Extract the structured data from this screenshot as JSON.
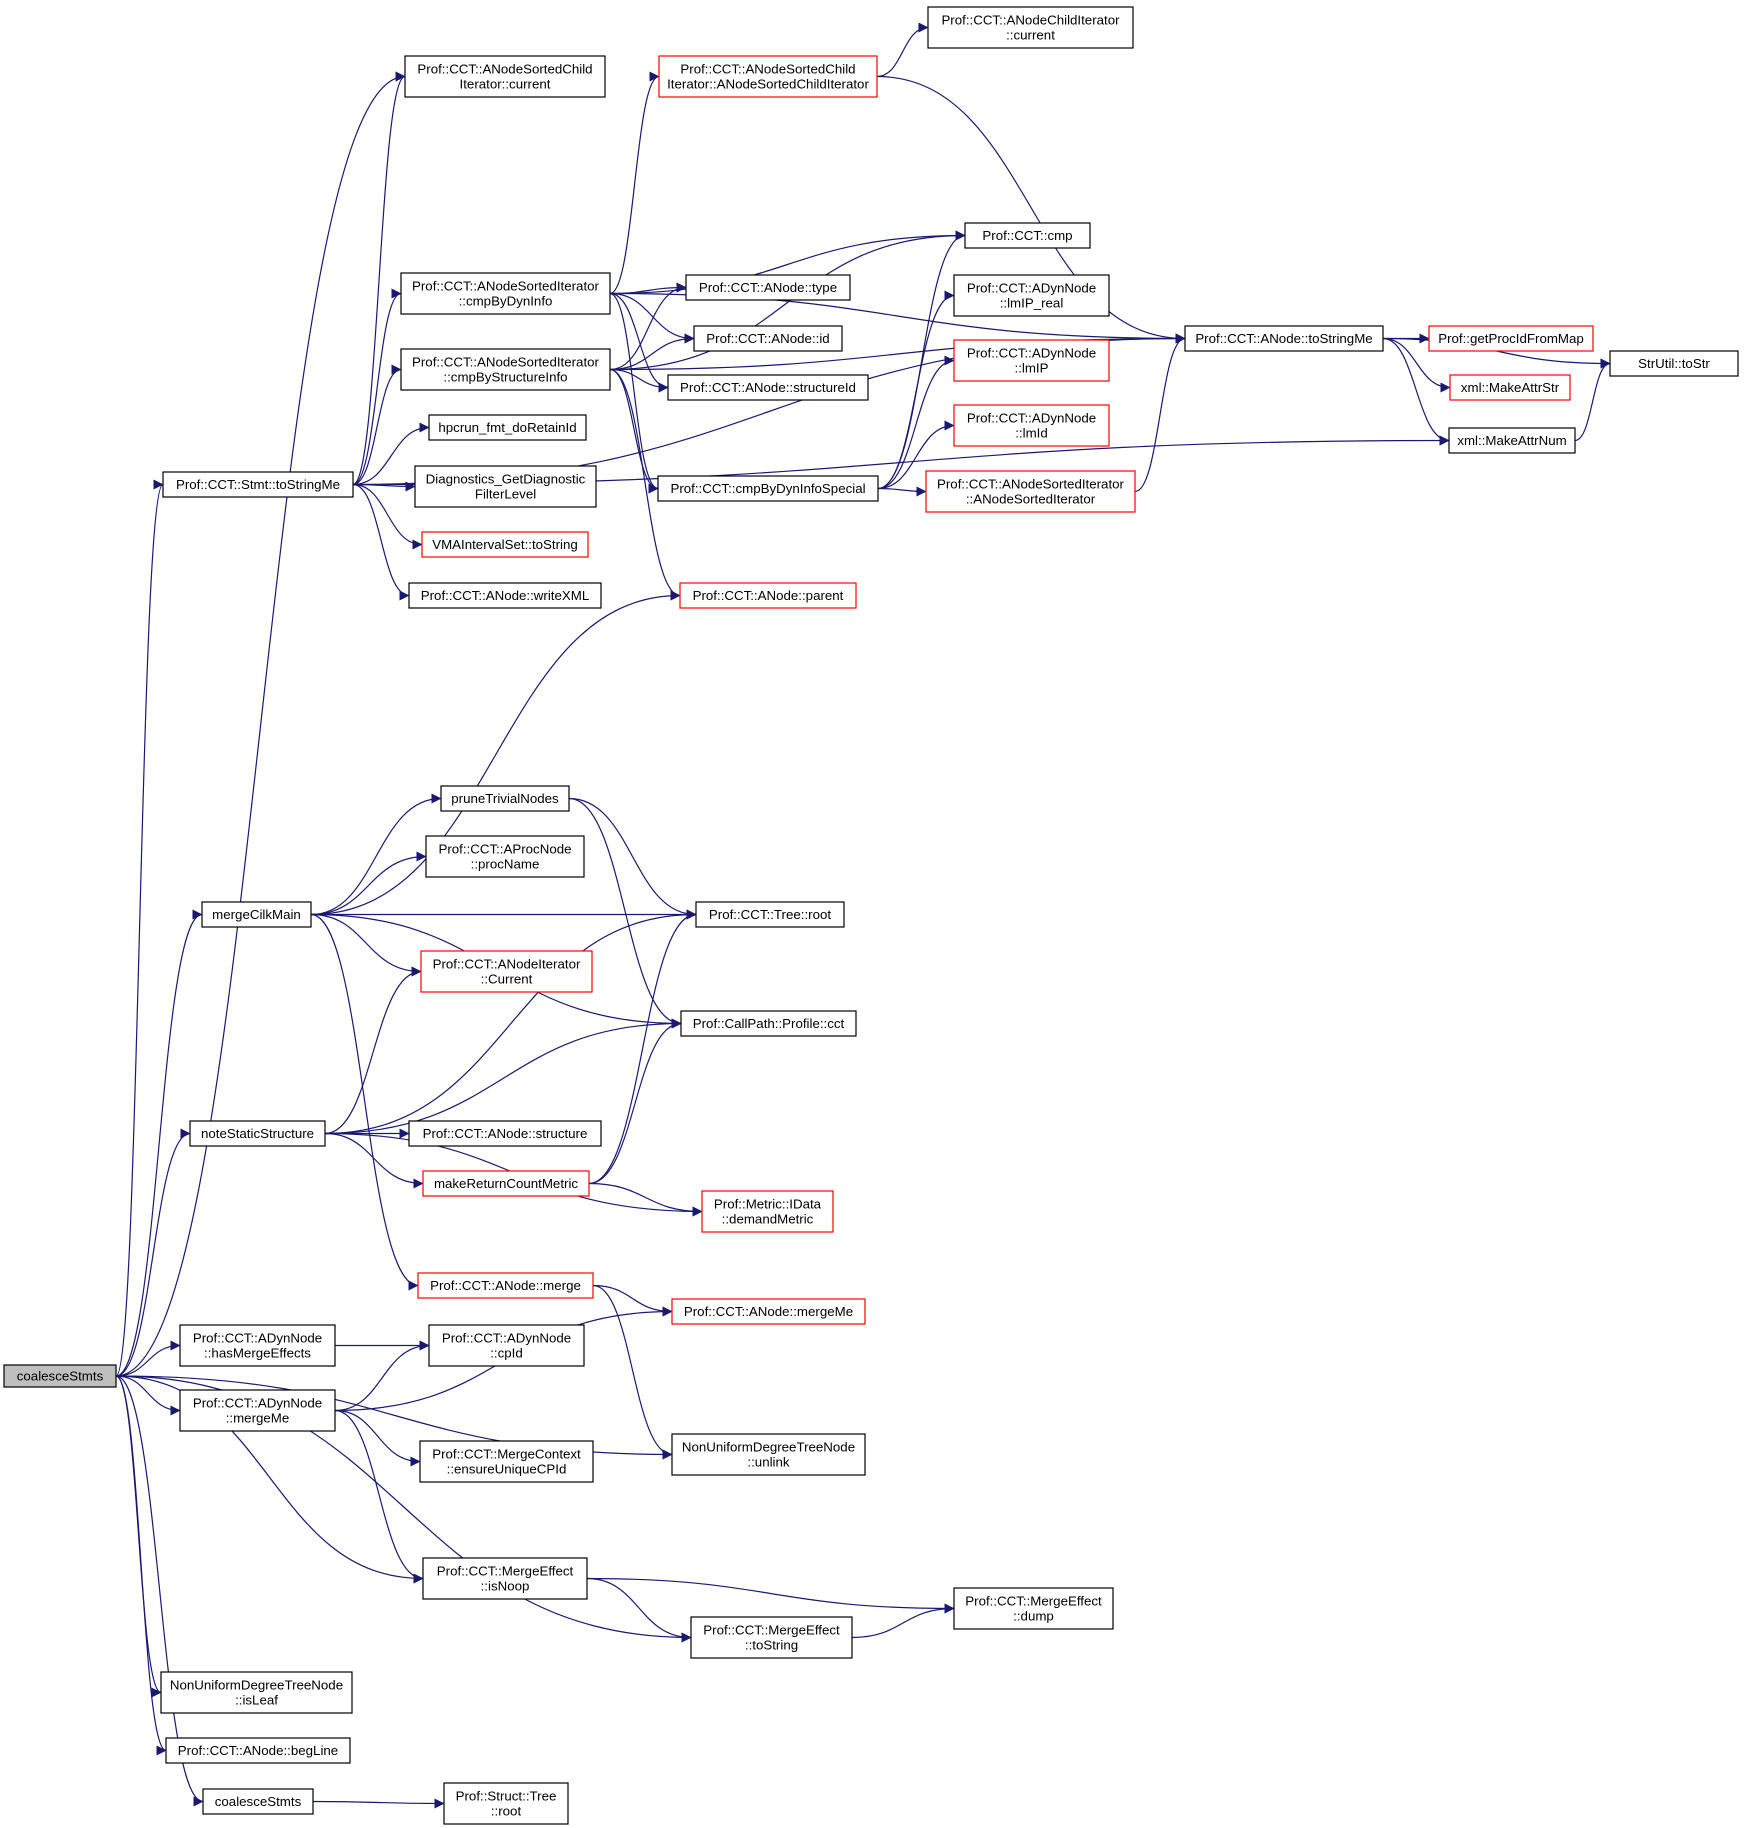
{
  "title": "coalesceStmts call graph",
  "colors": {
    "edge": "#191970",
    "node_border": "#000000",
    "incomplete_border": "#ff0000",
    "root_fill": "#bfbfbf"
  },
  "nodes": [
    {
      "id": "root",
      "lines": [
        "coalesceStmts"
      ],
      "style": "root"
    },
    {
      "id": "sortedChildCurrent",
      "lines": [
        "Prof::CCT::ANodeSortedChild",
        "Iterator::current"
      ],
      "style": "normal"
    },
    {
      "id": "childIterCurrent",
      "lines": [
        "Prof::CCT::ANodeChildIterator",
        "::current"
      ],
      "style": "normal"
    },
    {
      "id": "sortedChildCtor",
      "lines": [
        "Prof::CCT::ANodeSortedChild",
        "Iterator::ANodeSortedChildIterator"
      ],
      "style": "red"
    },
    {
      "id": "cmp",
      "lines": [
        "Prof::CCT::cmp"
      ],
      "style": "normal"
    },
    {
      "id": "cmpByDynInfo",
      "lines": [
        "Prof::CCT::ANodeSortedIterator",
        "::cmpByDynInfo"
      ],
      "style": "normal"
    },
    {
      "id": "type",
      "lines": [
        "Prof::CCT::ANode::type"
      ],
      "style": "normal"
    },
    {
      "id": "lmIPreal",
      "lines": [
        "Prof::CCT::ADynNode",
        "::lmIP_real"
      ],
      "style": "normal"
    },
    {
      "id": "toStringMe",
      "lines": [
        "Prof::CCT::ANode::toStringMe"
      ],
      "style": "normal"
    },
    {
      "id": "getProcId",
      "lines": [
        "Prof::getProcIdFromMap"
      ],
      "style": "red"
    },
    {
      "id": "toStr",
      "lines": [
        "StrUtil::toStr"
      ],
      "style": "normal"
    },
    {
      "id": "nodeId",
      "lines": [
        "Prof::CCT::ANode::id"
      ],
      "style": "normal"
    },
    {
      "id": "cmpByStruct",
      "lines": [
        "Prof::CCT::ANodeSortedIterator",
        "::cmpByStructureInfo"
      ],
      "style": "normal"
    },
    {
      "id": "structureId",
      "lines": [
        "Prof::CCT::ANode::structureId"
      ],
      "style": "normal"
    },
    {
      "id": "lmIP",
      "lines": [
        "Prof::CCT::ADynNode",
        "::lmIP"
      ],
      "style": "red"
    },
    {
      "id": "makeAttrStr",
      "lines": [
        "xml::MakeAttrStr"
      ],
      "style": "red"
    },
    {
      "id": "hpcrun",
      "lines": [
        "hpcrun_fmt_doRetainId"
      ],
      "style": "normal"
    },
    {
      "id": "lmId",
      "lines": [
        "Prof::CCT::ADynNode",
        "::lmId"
      ],
      "style": "red"
    },
    {
      "id": "makeAttrNum",
      "lines": [
        "xml::MakeAttrNum"
      ],
      "style": "normal"
    },
    {
      "id": "stmtToStringMe",
      "lines": [
        "Prof::CCT::Stmt::toStringMe"
      ],
      "style": "normal"
    },
    {
      "id": "diag",
      "lines": [
        "Diagnostics_GetDiagnostic",
        "FilterLevel"
      ],
      "style": "normal"
    },
    {
      "id": "cmpSpecial",
      "lines": [
        "Prof::CCT::cmpByDynInfoSpecial"
      ],
      "style": "normal"
    },
    {
      "id": "sortedIterCtor",
      "lines": [
        "Prof::CCT::ANodeSortedIterator",
        "::ANodeSortedIterator"
      ],
      "style": "red"
    },
    {
      "id": "vma",
      "lines": [
        "VMAIntervalSet::toString"
      ],
      "style": "red"
    },
    {
      "id": "writeXML",
      "lines": [
        "Prof::CCT::ANode::writeXML"
      ],
      "style": "normal"
    },
    {
      "id": "parent",
      "lines": [
        "Prof::CCT::ANode::parent"
      ],
      "style": "red"
    },
    {
      "id": "prune",
      "lines": [
        "pruneTrivialNodes"
      ],
      "style": "normal"
    },
    {
      "id": "procName",
      "lines": [
        "Prof::CCT::AProcNode",
        "::procName"
      ],
      "style": "normal"
    },
    {
      "id": "mergeCilk",
      "lines": [
        "mergeCilkMain"
      ],
      "style": "normal"
    },
    {
      "id": "treeRoot",
      "lines": [
        "Prof::CCT::Tree::root"
      ],
      "style": "normal"
    },
    {
      "id": "iterCurrent",
      "lines": [
        "Prof::CCT::ANodeIterator",
        "::Current"
      ],
      "style": "red"
    },
    {
      "id": "profCct",
      "lines": [
        "Prof::CallPath::Profile::cct"
      ],
      "style": "normal"
    },
    {
      "id": "noteStatic",
      "lines": [
        "noteStaticStructure"
      ],
      "style": "normal"
    },
    {
      "id": "structure",
      "lines": [
        "Prof::CCT::ANode::structure"
      ],
      "style": "normal"
    },
    {
      "id": "makeReturn",
      "lines": [
        "makeReturnCountMetric"
      ],
      "style": "red"
    },
    {
      "id": "demandMetric",
      "lines": [
        "Prof::Metric::IData",
        "::demandMetric"
      ],
      "style": "red"
    },
    {
      "id": "merge",
      "lines": [
        "Prof::CCT::ANode::merge"
      ],
      "style": "red"
    },
    {
      "id": "anodeMergeMe",
      "lines": [
        "Prof::CCT::ANode::mergeMe"
      ],
      "style": "red"
    },
    {
      "id": "hasMerge",
      "lines": [
        "Prof::CCT::ADynNode",
        "::hasMergeEffects"
      ],
      "style": "normal"
    },
    {
      "id": "cpId",
      "lines": [
        "Prof::CCT::ADynNode",
        "::cpId"
      ],
      "style": "normal"
    },
    {
      "id": "dynMergeMe",
      "lines": [
        "Prof::CCT::ADynNode",
        "::mergeMe"
      ],
      "style": "normal"
    },
    {
      "id": "unlink",
      "lines": [
        "NonUniformDegreeTreeNode",
        "::unlink"
      ],
      "style": "normal"
    },
    {
      "id": "ensureCPId",
      "lines": [
        "Prof::CCT::MergeContext",
        "::ensureUniqueCPId"
      ],
      "style": "normal"
    },
    {
      "id": "isNoop",
      "lines": [
        "Prof::CCT::MergeEffect",
        "::isNoop"
      ],
      "style": "normal"
    },
    {
      "id": "dump",
      "lines": [
        "Prof::CCT::MergeEffect",
        "::dump"
      ],
      "style": "normal"
    },
    {
      "id": "meToString",
      "lines": [
        "Prof::CCT::MergeEffect",
        "::toString"
      ],
      "style": "normal"
    },
    {
      "id": "isLeaf",
      "lines": [
        "NonUniformDegreeTreeNode",
        "::isLeaf"
      ],
      "style": "normal"
    },
    {
      "id": "begLine",
      "lines": [
        "Prof::CCT::ANode::begLine"
      ],
      "style": "normal"
    },
    {
      "id": "coalesce2",
      "lines": [
        "coalesceStmts"
      ],
      "style": "normal"
    },
    {
      "id": "structRoot",
      "lines": [
        "Prof::Struct::Tree",
        "::root"
      ],
      "style": "normal"
    }
  ],
  "edges": [
    [
      "root",
      "sortedChildCurrent"
    ],
    [
      "root",
      "stmtToStringMe"
    ],
    [
      "root",
      "mergeCilk"
    ],
    [
      "root",
      "noteStatic"
    ],
    [
      "root",
      "hasMerge"
    ],
    [
      "root",
      "dynMergeMe"
    ],
    [
      "root",
      "unlink"
    ],
    [
      "root",
      "isNoop"
    ],
    [
      "root",
      "meToString"
    ],
    [
      "root",
      "isLeaf"
    ],
    [
      "root",
      "begLine"
    ],
    [
      "root",
      "coalesce2"
    ],
    [
      "stmtToStringMe",
      "sortedChildCurrent"
    ],
    [
      "stmtToStringMe",
      "cmpByDynInfo"
    ],
    [
      "stmtToStringMe",
      "cmpByStruct"
    ],
    [
      "stmtToStringMe",
      "hpcrun"
    ],
    [
      "stmtToStringMe",
      "diag"
    ],
    [
      "stmtToStringMe",
      "vma"
    ],
    [
      "stmtToStringMe",
      "writeXML"
    ],
    [
      "stmtToStringMe",
      "toStringMe"
    ],
    [
      "stmtToStringMe",
      "makeAttrNum"
    ],
    [
      "cmpByDynInfo",
      "sortedChildCtor"
    ],
    [
      "cmpByDynInfo",
      "cmp"
    ],
    [
      "cmpByDynInfo",
      "type"
    ],
    [
      "cmpByDynInfo",
      "nodeId"
    ],
    [
      "cmpByDynInfo",
      "structureId"
    ],
    [
      "cmpByDynInfo",
      "cmpSpecial"
    ],
    [
      "cmpByDynInfo",
      "toStringMe"
    ],
    [
      "cmpByStruct",
      "type"
    ],
    [
      "cmpByStruct",
      "nodeId"
    ],
    [
      "cmpByStruct",
      "structureId"
    ],
    [
      "cmpByStruct",
      "cmp"
    ],
    [
      "cmpByStruct",
      "cmpSpecial"
    ],
    [
      "cmpByStruct",
      "parent"
    ],
    [
      "cmpByStruct",
      "toStringMe"
    ],
    [
      "sortedChildCtor",
      "childIterCurrent"
    ],
    [
      "sortedChildCtor",
      "toStringMe"
    ],
    [
      "cmpSpecial",
      "cmp"
    ],
    [
      "cmpSpecial",
      "lmIPreal"
    ],
    [
      "cmpSpecial",
      "lmIP"
    ],
    [
      "cmpSpecial",
      "lmId"
    ],
    [
      "cmpSpecial",
      "sortedIterCtor"
    ],
    [
      "sortedIterCtor",
      "toStringMe"
    ],
    [
      "toStringMe",
      "getProcId"
    ],
    [
      "toStringMe",
      "makeAttrStr"
    ],
    [
      "toStringMe",
      "makeAttrNum"
    ],
    [
      "toStringMe",
      "toStr"
    ],
    [
      "makeAttrNum",
      "toStr"
    ],
    [
      "mergeCilk",
      "parent"
    ],
    [
      "mergeCilk",
      "treeRoot"
    ],
    [
      "mergeCilk",
      "prune"
    ],
    [
      "mergeCilk",
      "procName"
    ],
    [
      "mergeCilk",
      "iterCurrent"
    ],
    [
      "mergeCilk",
      "profCct"
    ],
    [
      "mergeCilk",
      "merge"
    ],
    [
      "prune",
      "treeRoot"
    ],
    [
      "prune",
      "profCct"
    ],
    [
      "noteStatic",
      "iterCurrent"
    ],
    [
      "noteStatic",
      "treeRoot"
    ],
    [
      "noteStatic",
      "profCct"
    ],
    [
      "noteStatic",
      "structure"
    ],
    [
      "noteStatic",
      "makeReturn"
    ],
    [
      "noteStatic",
      "demandMetric"
    ],
    [
      "makeReturn",
      "treeRoot"
    ],
    [
      "makeReturn",
      "profCct"
    ],
    [
      "makeReturn",
      "demandMetric"
    ],
    [
      "merge",
      "anodeMergeMe"
    ],
    [
      "merge",
      "unlink"
    ],
    [
      "hasMerge",
      "cpId"
    ],
    [
      "dynMergeMe",
      "cpId"
    ],
    [
      "dynMergeMe",
      "anodeMergeMe"
    ],
    [
      "dynMergeMe",
      "ensureCPId"
    ],
    [
      "dynMergeMe",
      "isNoop"
    ],
    [
      "isNoop",
      "dump"
    ],
    [
      "isNoop",
      "meToString"
    ],
    [
      "meToString",
      "dump"
    ],
    [
      "coalesce2",
      "structRoot"
    ]
  ]
}
